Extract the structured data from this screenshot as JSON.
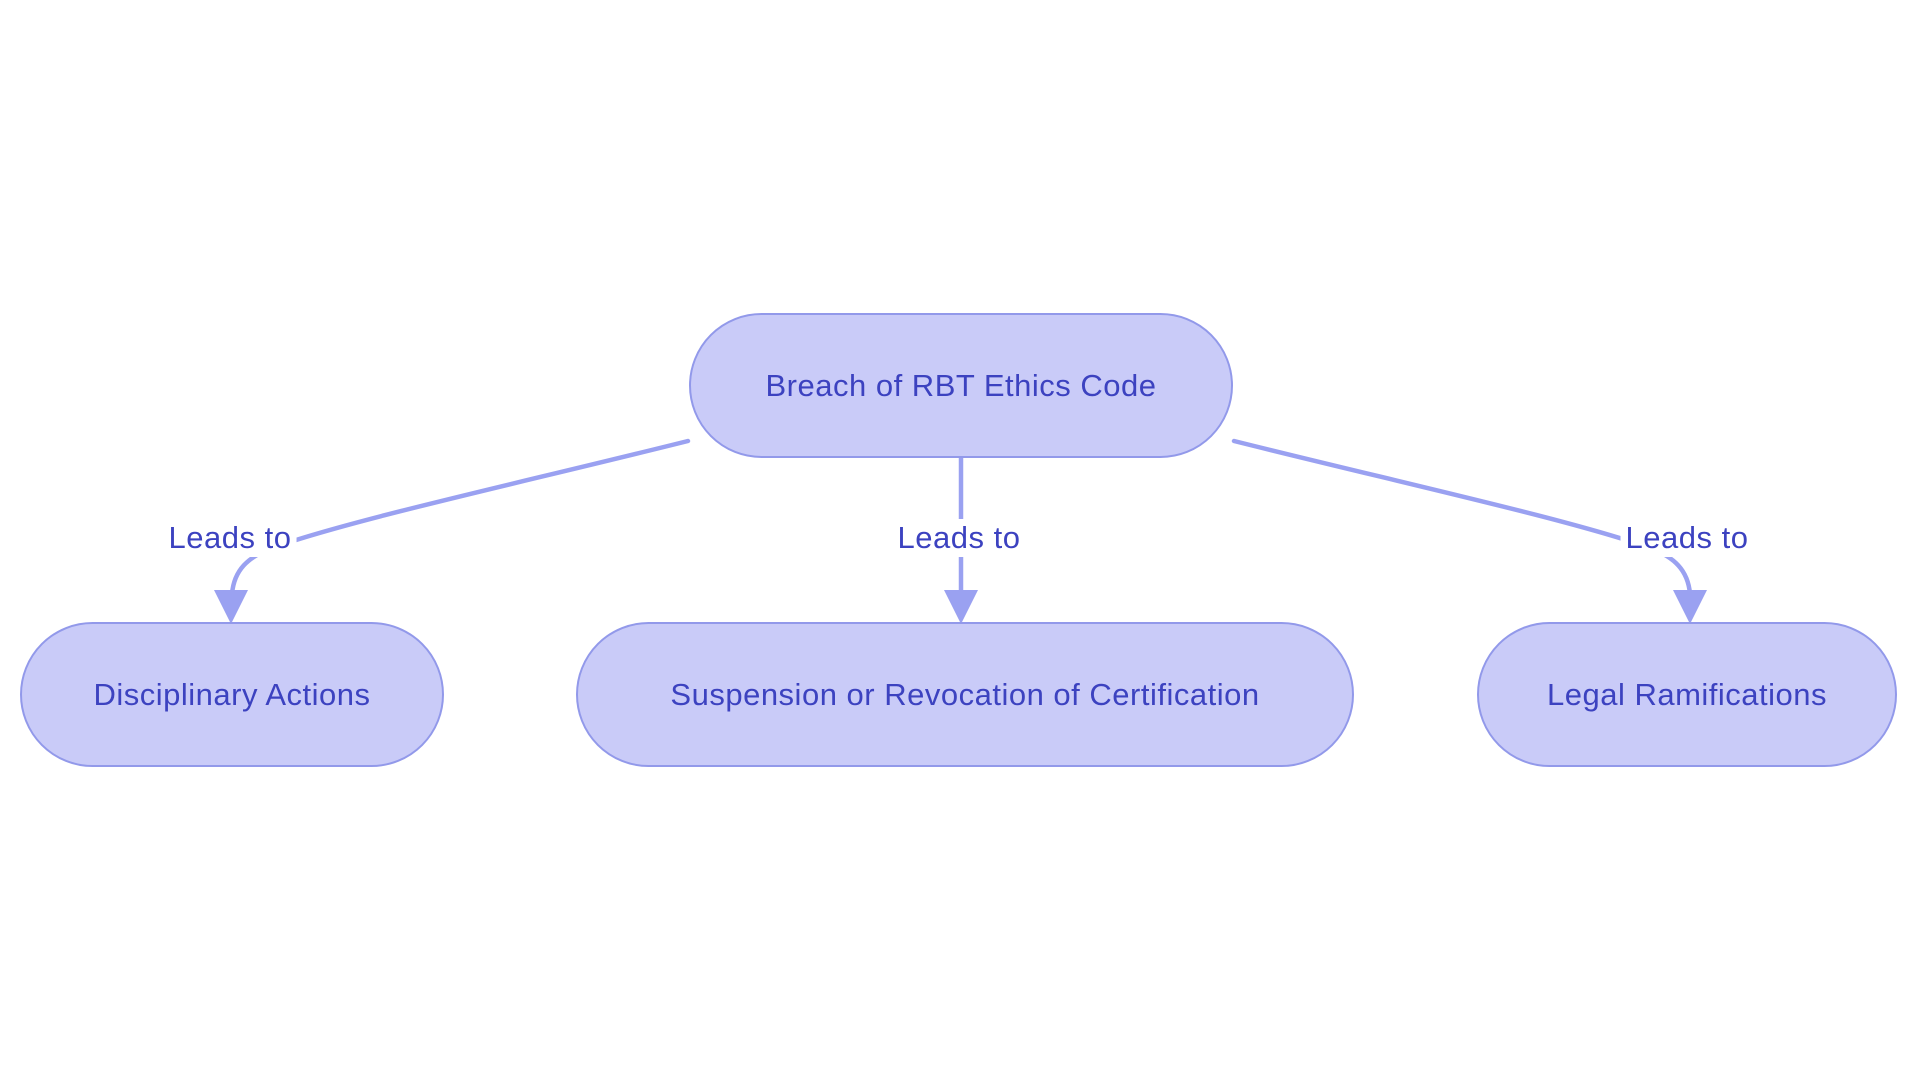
{
  "diagram": {
    "type": "flowchart",
    "direction": "top-down",
    "nodes": [
      {
        "id": "breach",
        "label": "Breach of RBT Ethics Code"
      },
      {
        "id": "disciplinary",
        "label": "Disciplinary Actions"
      },
      {
        "id": "suspension",
        "label": "Suspension or Revocation of Certification"
      },
      {
        "id": "legal",
        "label": "Legal Ramifications"
      }
    ],
    "edges": [
      {
        "from": "breach",
        "to": "disciplinary",
        "label": "Leads to"
      },
      {
        "from": "breach",
        "to": "suspension",
        "label": "Leads to"
      },
      {
        "from": "breach",
        "to": "legal",
        "label": "Leads to"
      }
    ],
    "colors": {
      "node_fill": "#c9cbf8",
      "node_border": "#9299ea",
      "edge": "#9aa1f1",
      "text": "#3c42c0",
      "background": "#ffffff"
    }
  }
}
